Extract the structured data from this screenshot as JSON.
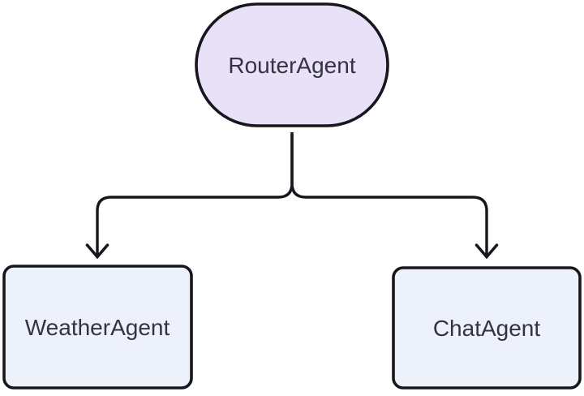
{
  "diagram": {
    "type": "flowchart",
    "direction": "top-down",
    "nodes": [
      {
        "id": "router",
        "label": "RouterAgent",
        "shape": "stadium",
        "fill": "#e8e1f8"
      },
      {
        "id": "weather",
        "label": "WeatherAgent",
        "shape": "rounded-rectangle",
        "fill": "#edf1fa"
      },
      {
        "id": "chat",
        "label": "ChatAgent",
        "shape": "rounded-rectangle",
        "fill": "#edf1fa"
      }
    ],
    "edges": [
      {
        "from": "RouterAgent",
        "to": "WeatherAgent",
        "arrow": "down"
      },
      {
        "from": "RouterAgent",
        "to": "ChatAgent",
        "arrow": "down"
      }
    ],
    "colors": {
      "line": "#16161c",
      "text": "#343440",
      "background": "#ffffff"
    }
  }
}
